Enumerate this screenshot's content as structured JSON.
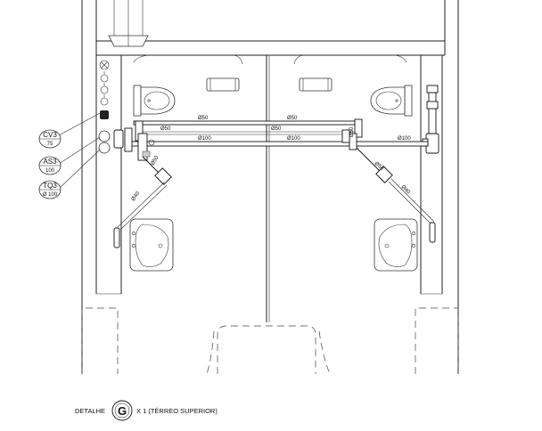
{
  "drawing": {
    "caption_prefix": "DETALHE",
    "detail_letter": "G",
    "caption_suffix": "X 1 (TÉRREO SUPERIOR)"
  },
  "tags": [
    {
      "code": "CV3",
      "value": "75"
    },
    {
      "code": "AS3",
      "value": "100"
    },
    {
      "code": "TQ3",
      "value": "Ø 100"
    }
  ],
  "pipe_labels": {
    "top_left": "Ø50",
    "top_right": "Ø50",
    "middle_left": "Ø50",
    "middle_right": "Ø50",
    "bottom_left": "Ø100",
    "bottom_center": "Ø100",
    "bottom_right": "Ø100",
    "riser_right": "Ø50",
    "diag_left": "Ø50",
    "diag_right": "Ø50",
    "branch_left": "Ø40",
    "branch_right": "Ø40"
  }
}
